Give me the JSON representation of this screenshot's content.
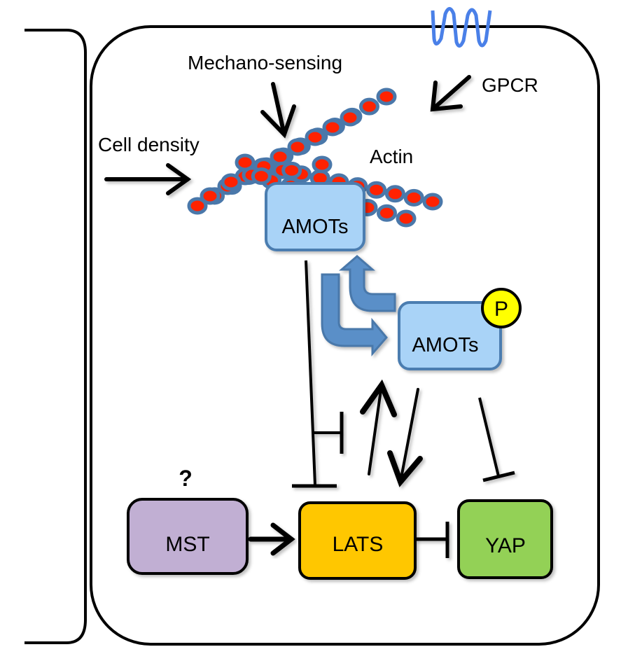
{
  "labels": {
    "mechano_sensing": "Mechano-sensing",
    "gpcr": "GPCR",
    "cell_density": "Cell density",
    "actin": "Actin",
    "question": "?"
  },
  "nodes": {
    "amots_top": "AMOTs",
    "amots_phospho": "AMOTs",
    "phospho_badge": "P",
    "mst": "MST",
    "lats": "LATS",
    "yap": "YAP"
  },
  "colors": {
    "amots_fill": "#a9d3f7",
    "amots_stroke": "#4c7db0",
    "mst_fill": "#c1afd3",
    "lats_fill": "#ffc703",
    "yap_fill": "#93d156",
    "phospho_fill": "#ffff00",
    "actin_bead": "#ff2200",
    "actin_outline": "#4a78aa",
    "gpcr": "#4a80e8",
    "curved_arrow": "#5a8fc8"
  }
}
